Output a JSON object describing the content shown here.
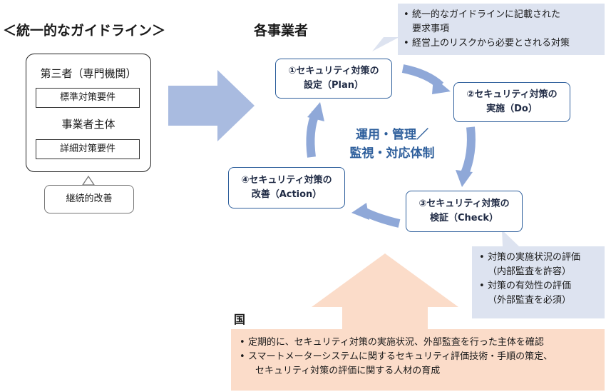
{
  "guideline": {
    "title": "＜統一的なガイドライン＞",
    "third_party": "第三者（専門機関）",
    "standard_req": "標準対策要件",
    "operator_body": "事業者主体",
    "detail_req": "詳細対策要件",
    "continuous_improvement": "継続的改善"
  },
  "operators": {
    "title": "各事業者",
    "steps": [
      {
        "line1": "①セキュリティ対策の",
        "line2": "設定（Plan）"
      },
      {
        "line1": "②セキュリティ対策の",
        "line2": "実施（Do）"
      },
      {
        "line1": "③セキュリティ対策の",
        "line2": "検証（Check）"
      },
      {
        "line1": "④セキュリティ対策の",
        "line2": "改善（Action）"
      }
    ],
    "center_line1": "運用・管理／",
    "center_line2": "監視・対応体制",
    "plan_callout": [
      "統一的なガイドラインに記載された",
      "要求事項",
      "経営上のリスクから必要とされる対策"
    ],
    "check_callout": [
      "対策の実施状況の評価",
      "（内部監査を許容）",
      "対策の有効性の評価",
      "（外部監査を必須）"
    ]
  },
  "country": {
    "label": "国",
    "items": [
      "定期的に、セキュリティ対策の実施状況、外部監査を行った主体を確認",
      "スマートメーターシステムに関するセキュリティ評価技術・手順の策定、",
      "セキュリティ対策の評価に関する人材の育成"
    ]
  },
  "colors": {
    "accent": "#2e5f9c",
    "arrow_blue": "#8fa8d8",
    "callout_bg": "#dde3f0",
    "country_bg": "#fbdcc9"
  }
}
